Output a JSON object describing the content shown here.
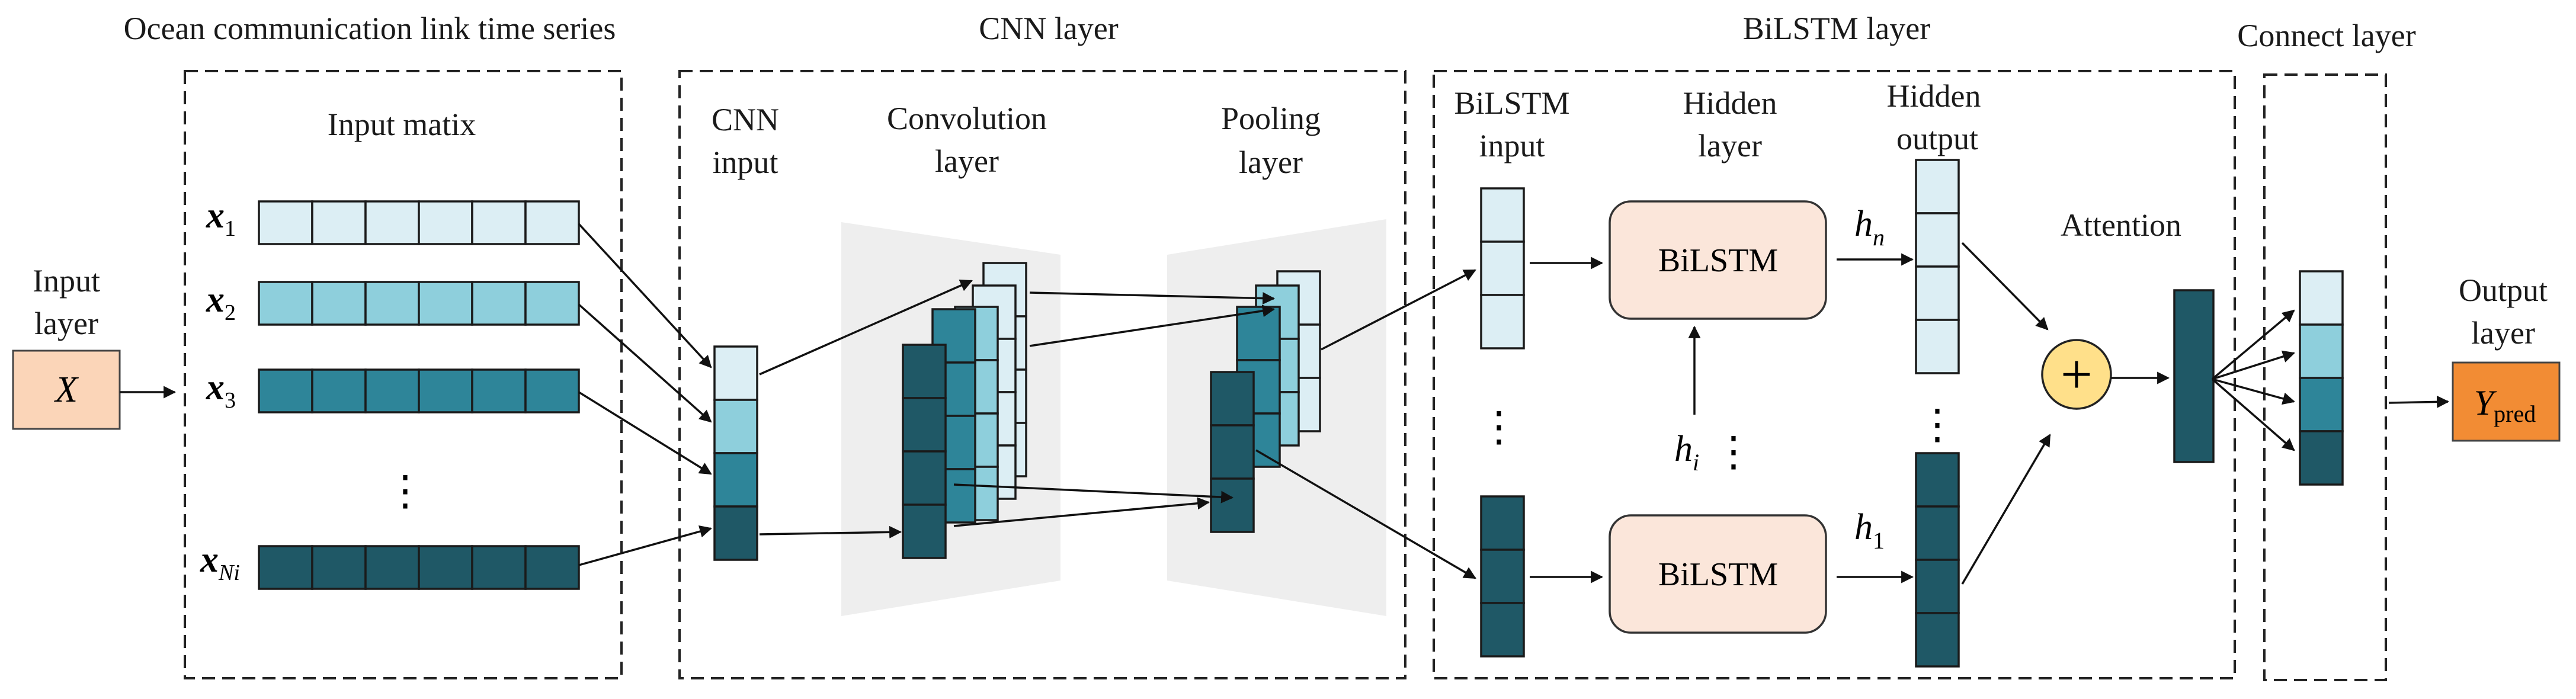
{
  "sections": {
    "ocean_title": "Ocean communication link time series",
    "cnn_title": "CNN layer",
    "bilstm_title": "BiLSTM layer",
    "connect_title": "Connect layer"
  },
  "input_layer": {
    "label_line1": "Input",
    "label_line2": "layer",
    "symbol": "X"
  },
  "input_matrix": {
    "title": "Input matix",
    "rows": [
      {
        "base": "x",
        "sub": "1"
      },
      {
        "base": "x",
        "sub": "2"
      },
      {
        "base": "x",
        "sub": "3"
      },
      {
        "base": "x",
        "sub": "Ni"
      }
    ],
    "ellipsis": "⋮"
  },
  "cnn": {
    "input_line1": "CNN",
    "input_line2": "input",
    "conv_line1": "Convolution",
    "conv_line2": "layer",
    "pool_line1": "Pooling",
    "pool_line2": "layer"
  },
  "bilstm": {
    "input_line1": "BiLSTM",
    "input_line2": "input",
    "hidden_line1": "Hidden",
    "hidden_line2": "layer",
    "hout_line1": "Hidden",
    "hout_line2": "output",
    "box_top": "BiLSTM",
    "box_bottom": "BiLSTM",
    "h_n": {
      "base": "h",
      "sub": "n"
    },
    "h_i": {
      "base": "h",
      "sub": "i"
    },
    "h_1": {
      "base": "h",
      "sub": "1"
    },
    "ellipsis": "⋮",
    "attention": "Attention",
    "plus": "+"
  },
  "output_layer": {
    "label_line1": "Output",
    "label_line2": "layer",
    "symbol_base": "Y",
    "symbol_sub": "pred"
  },
  "colors": {
    "c1": "#dceef4",
    "c2": "#8ecfdc",
    "c3": "#2e8599",
    "c4": "#1f5866",
    "input_box": "#fbd5b8",
    "output_box": "#f28c34",
    "bilstm_box": "#fbe6da",
    "attention_circle": "#ffe08a",
    "trapezoid": "#eeeeee"
  }
}
